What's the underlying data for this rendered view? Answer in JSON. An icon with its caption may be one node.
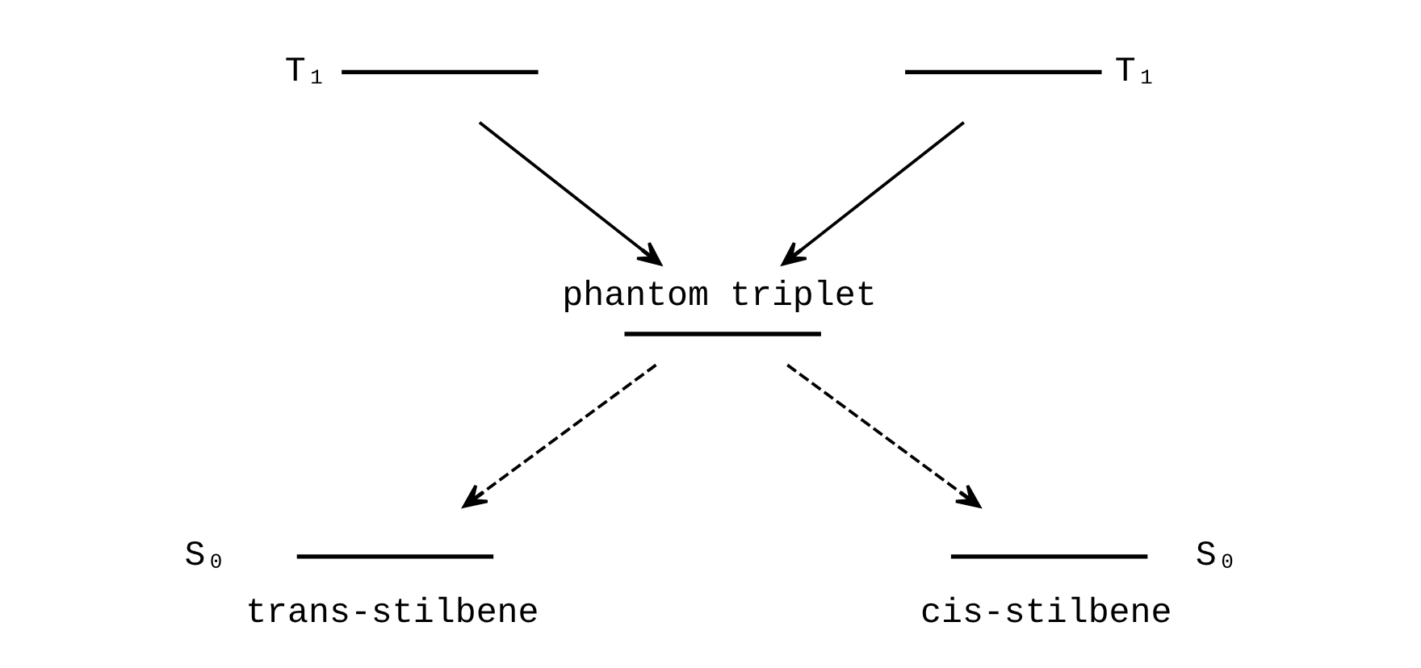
{
  "diagram": {
    "nodes": [
      {
        "text": [],
        "shape": "bar",
        "beside": [
          "T₁"
        ]
      },
      {
        "text": [],
        "shape": "bar",
        "beside": [
          "T₁"
        ]
      },
      {
        "text": [],
        "shape": "bar",
        "beside": [
          "phantom triplet"
        ]
      },
      {
        "text": [],
        "shape": "bar",
        "beside": [
          "S₀",
          "trans-stilbene"
        ]
      },
      {
        "text": [],
        "shape": "bar",
        "beside": [
          "S₀",
          "cis-stilbene"
        ]
      }
    ],
    "edges": [
      {
        "from": 0,
        "to": 2,
        "arrow": "to"
      },
      {
        "from": 1,
        "to": 2,
        "arrow": "to"
      },
      {
        "from": 2,
        "to": 3,
        "arrow": "to",
        "style": "dashed"
      },
      {
        "from": 2,
        "to": 4,
        "arrow": "to",
        "style": "dashed"
      }
    ]
  }
}
